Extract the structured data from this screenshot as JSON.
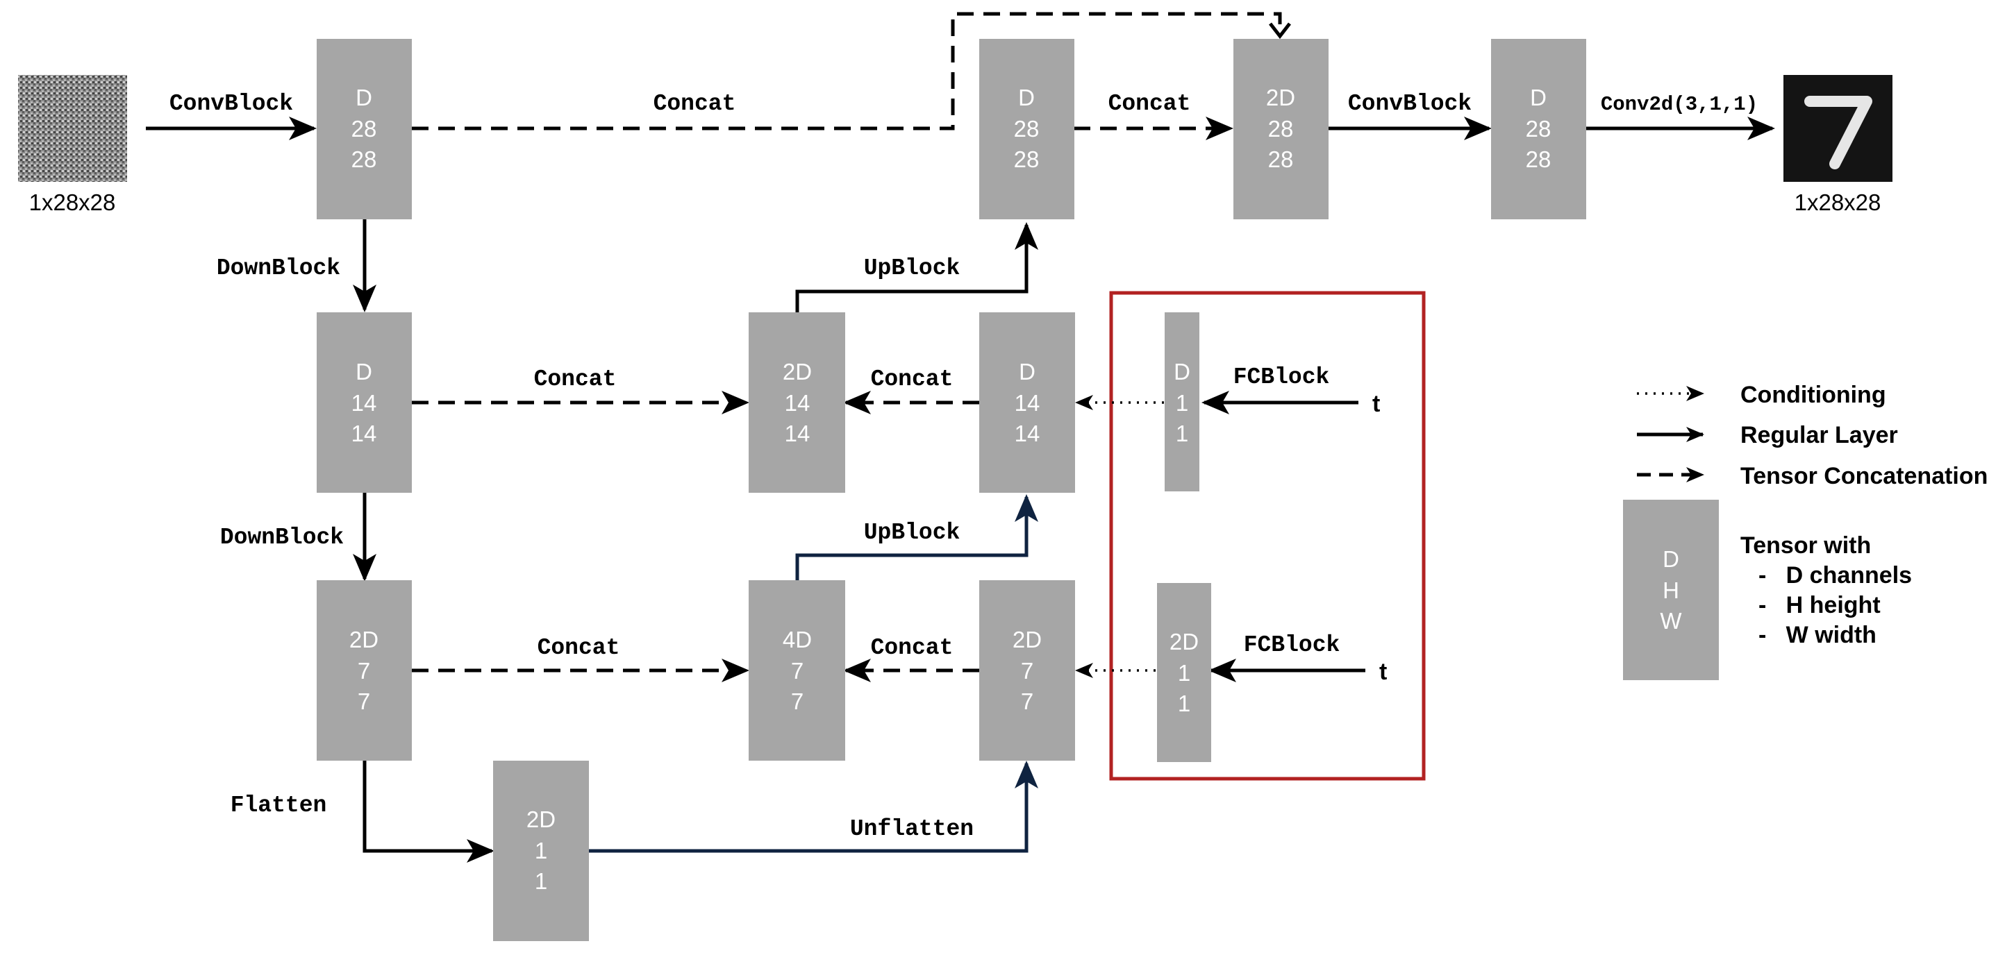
{
  "input_image": {
    "label": "1x28x28"
  },
  "output_image": {
    "label": "1x28x28"
  },
  "tensors": {
    "enc1": [
      "D",
      "28",
      "28"
    ],
    "enc2": [
      "D",
      "14",
      "14"
    ],
    "enc3": [
      "2D",
      "7",
      "7"
    ],
    "bottleneck": [
      "2D",
      "1",
      "1"
    ],
    "up3_cat": [
      "4D",
      "7",
      "7"
    ],
    "up3": [
      "2D",
      "7",
      "7"
    ],
    "up2_cat": [
      "2D",
      "14",
      "14"
    ],
    "up2": [
      "D",
      "14",
      "14"
    ],
    "up1": [
      "D",
      "28",
      "28"
    ],
    "up1_cat": [
      "2D",
      "28",
      "28"
    ],
    "final": [
      "D",
      "28",
      "28"
    ],
    "emb1": [
      "D",
      "1",
      "1"
    ],
    "emb2": [
      "2D",
      "1",
      "1"
    ]
  },
  "edges": {
    "convblock_in": "ConvBlock",
    "concat_top": "Concat",
    "concat_top2": "Concat",
    "convblock_out": "ConvBlock",
    "conv2d_out": "Conv2d(3,1,1)",
    "downblock1": "DownBlock",
    "downblock2": "DownBlock",
    "concat_mid": "Concat",
    "concat_mid2": "Concat",
    "upblock1": "UpBlock",
    "upblock2": "UpBlock",
    "concat_low": "Concat",
    "concat_low2": "Concat",
    "flatten": "Flatten",
    "unflatten": "Unflatten",
    "fcblock1": "FCBlock",
    "fcblock2": "FCBlock",
    "t1": "t",
    "t2": "t"
  },
  "legend": {
    "conditioning": "Conditioning",
    "regular": "Regular Layer",
    "concat": "Tensor Concatenation",
    "tensor_box": [
      "D",
      "H",
      "W"
    ],
    "tensor_title": "Tensor with",
    "tensor_items": [
      "-   D channels",
      "-   H height",
      "-   W width"
    ]
  },
  "colors": {
    "box": "#a6a6a6",
    "time_embedding_frame": "#b22222",
    "upsample_path": "#0f2340"
  }
}
